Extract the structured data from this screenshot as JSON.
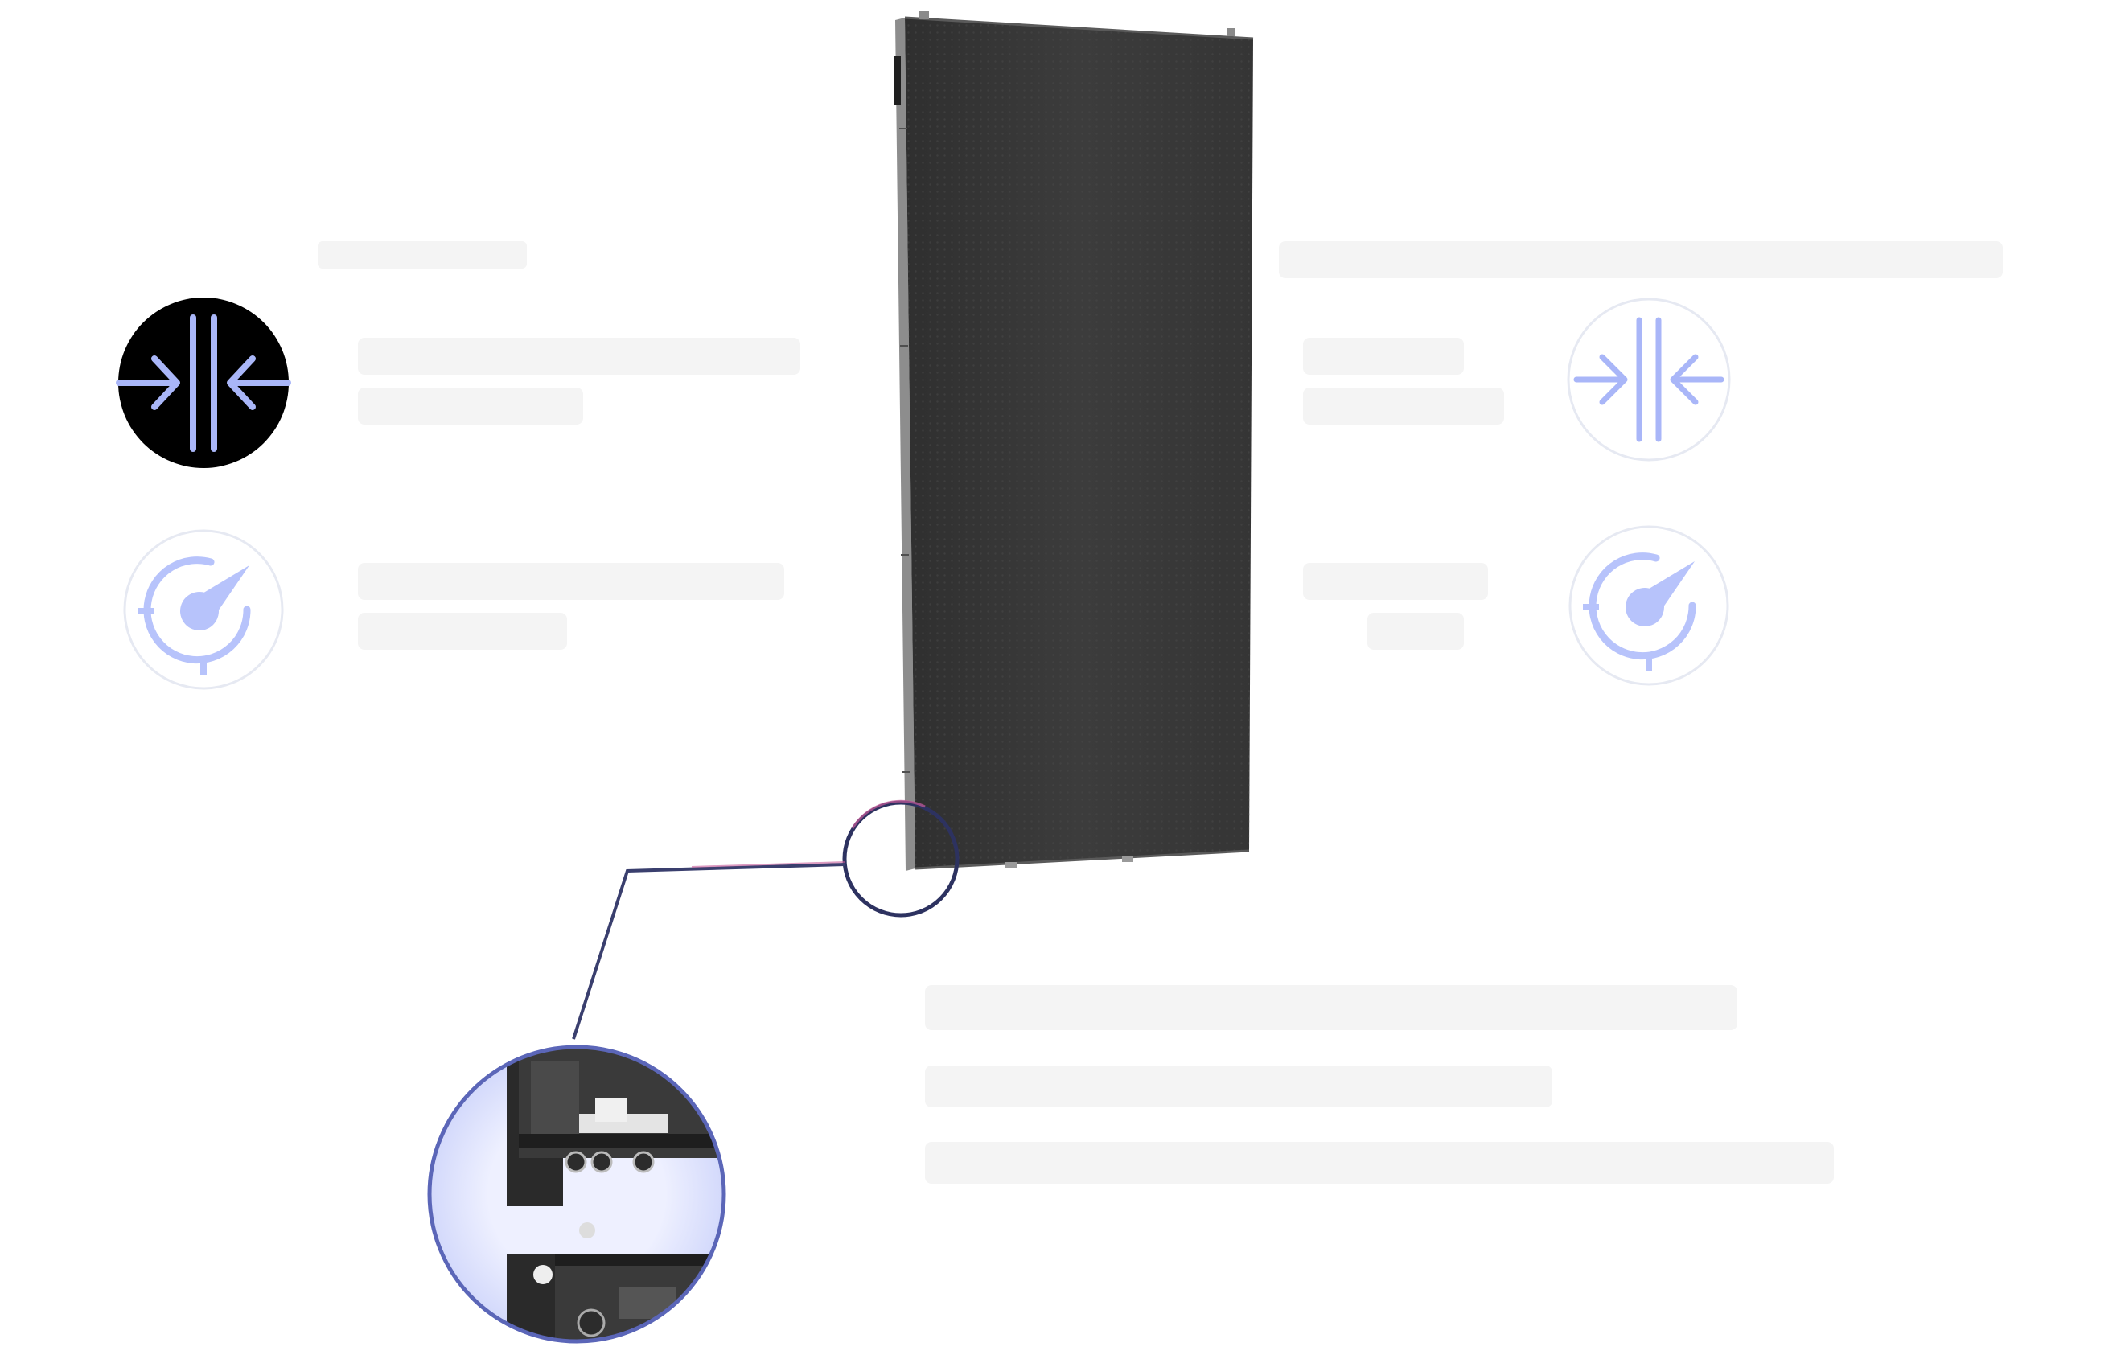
{
  "features": [
    {
      "id": "left-1",
      "icon": "compress-arrows-icon",
      "active": true
    },
    {
      "id": "left-2",
      "icon": "speed-dial-icon",
      "active": false
    },
    {
      "id": "right-1",
      "icon": "compress-arrows-icon",
      "active": false
    },
    {
      "id": "right-2",
      "icon": "speed-dial-icon",
      "active": false
    }
  ],
  "product": {
    "type": "led-display-panel",
    "callout": "corner-detail-magnifier"
  },
  "colors": {
    "accent": "#a9b6f8",
    "accent_fill": "#b7c3fb",
    "active_bg": "#000000",
    "panel_face": "#3b3b3b",
    "panel_frame": "#6e6e6e",
    "ring_outline": "#e6e9f2",
    "leader_line": "#3a3f6e",
    "leader_accent": "#c75a9a",
    "faded_text_block": "#f7f7f7"
  }
}
